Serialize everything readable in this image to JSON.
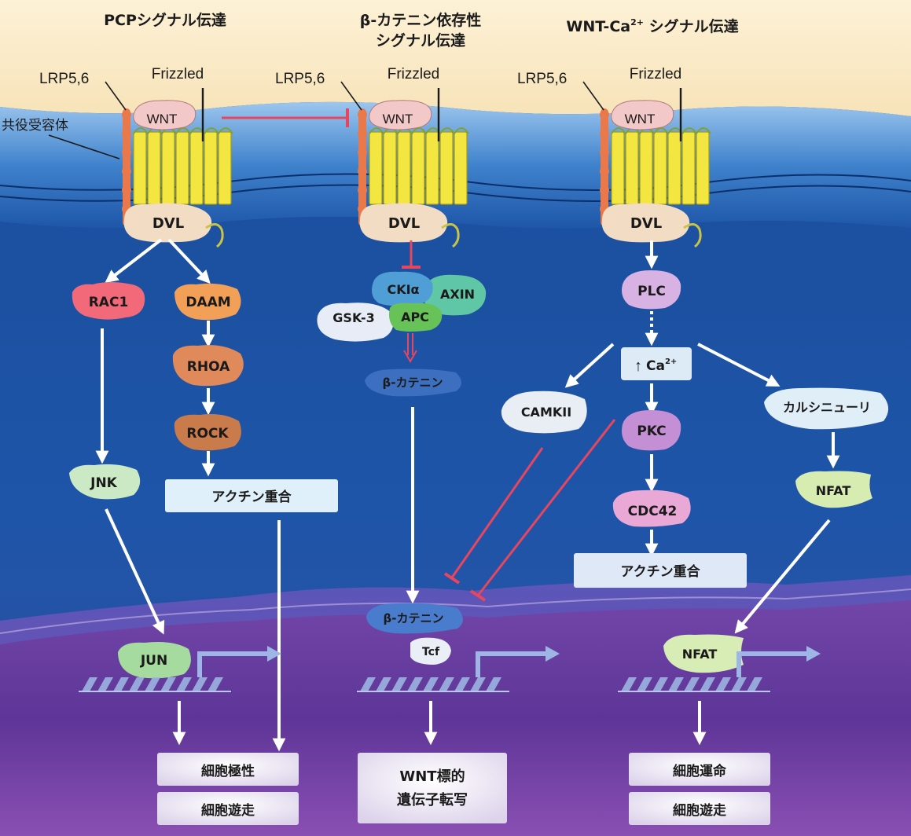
{
  "headers": {
    "pcp": "PCPシグナル伝達",
    "beta_line1": "β-カテニン依存性",
    "beta_line2": "シグナル伝達",
    "ca_prefix": "WNT-Ca",
    "ca_sup": "2+",
    "ca_suffix": " シグナル伝達"
  },
  "receptor": {
    "lrp": "LRP5,6",
    "frizzled": "Frizzled",
    "wnt": "WNT",
    "dvl": "DVL",
    "coreceptor": "共役受容体"
  },
  "pcp": {
    "rac1": "RAC1",
    "daam": "DAAM",
    "rhoa": "RHOA",
    "rock": "ROCK",
    "actin": "アクチン重合",
    "jnk": "JNK",
    "jun": "JUN",
    "out1": "細胞極性",
    "out2": "細胞遊走"
  },
  "beta": {
    "ck1": "CKIα",
    "axin": "AXIN",
    "gsk3": "GSK-3",
    "apc": "APC",
    "catenin": "β-カテニン",
    "catenin_nuc": "β-カテニン",
    "tcf": "Tcf",
    "out_line1": "WNT標的",
    "out_line2": "遺伝子転写"
  },
  "ca": {
    "plc": "PLC",
    "ca_text": "Ca",
    "ca_sup": "2+",
    "camkii": "CAMKII",
    "pkc": "PKC",
    "calcineurin": "カルシニューリ",
    "cdc42": "CDC42",
    "actin": "アクチン重合",
    "nfat": "NFAT",
    "nfat_nuc": "NFAT",
    "out1": "細胞運命",
    "out2": "細胞遊走"
  },
  "colors": {
    "extracellular": "#fbecc9",
    "membrane": "#3a78c6",
    "cytoplasm": "#1d4f9c",
    "nucleus": "#6a3aa0",
    "receptor": "#f4e640",
    "inhibit": "#e8455f",
    "arrow": "#ffffff"
  }
}
